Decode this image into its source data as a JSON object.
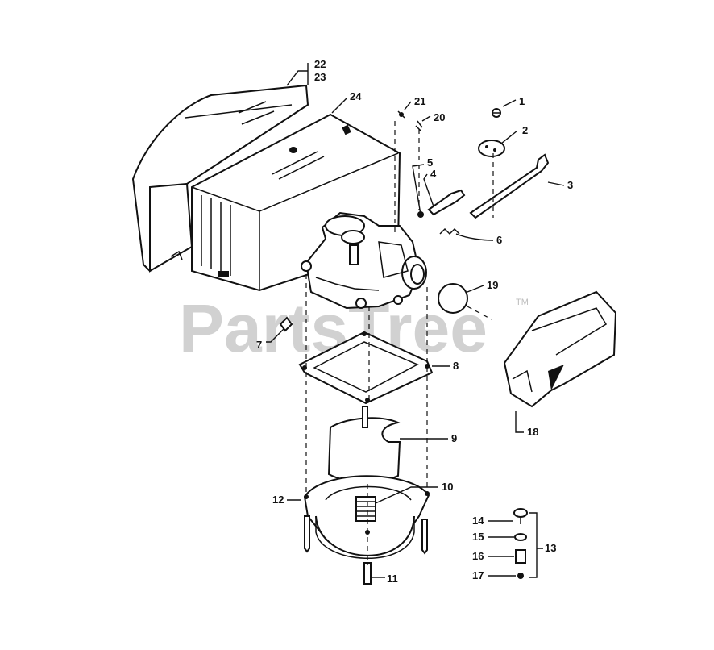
{
  "watermark": {
    "text": "PartsTree",
    "trademark": "TM"
  },
  "callouts": {
    "c1": "1",
    "c2": "2",
    "c3": "3",
    "c4": "4",
    "c5": "5",
    "c6": "6",
    "c7": "7",
    "c8": "8",
    "c9": "9",
    "c10": "10",
    "c11": "11",
    "c12": "12",
    "c13": "13",
    "c14": "14",
    "c15": "15",
    "c16": "16",
    "c17": "17",
    "c18": "18",
    "c19": "19",
    "c20": "20",
    "c21": "21",
    "c22": "22",
    "c23": "23",
    "c24": "24"
  }
}
